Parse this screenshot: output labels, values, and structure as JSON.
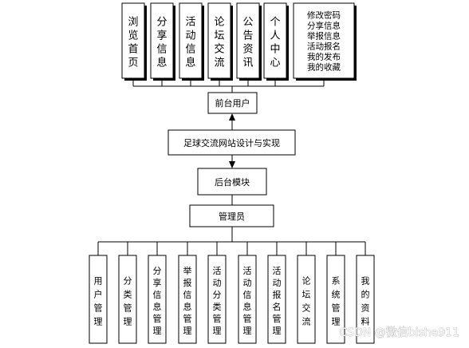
{
  "top_modules": [
    "浏览首页",
    "分享信息",
    "活动信息",
    "论坛交流",
    "公告资讯",
    "个人中心"
  ],
  "personal_center_items": [
    "修改密码",
    "分享信息",
    "举报信息",
    "活动报名",
    "我的发布",
    "我的收藏"
  ],
  "frontend_user": "前台用户",
  "system_title": "足球交流网站设计与实现",
  "backend_module": "后台模块",
  "admin": "管理员",
  "admin_modules": [
    "用户管理",
    "分类管理",
    "分享信息管理",
    "举报信息管理",
    "活动分类管理",
    "活动信息管理",
    "活动报名管理",
    "论坛交流",
    "系统管理",
    "我的资料"
  ],
  "watermark": "CSDN @微信bishe911"
}
